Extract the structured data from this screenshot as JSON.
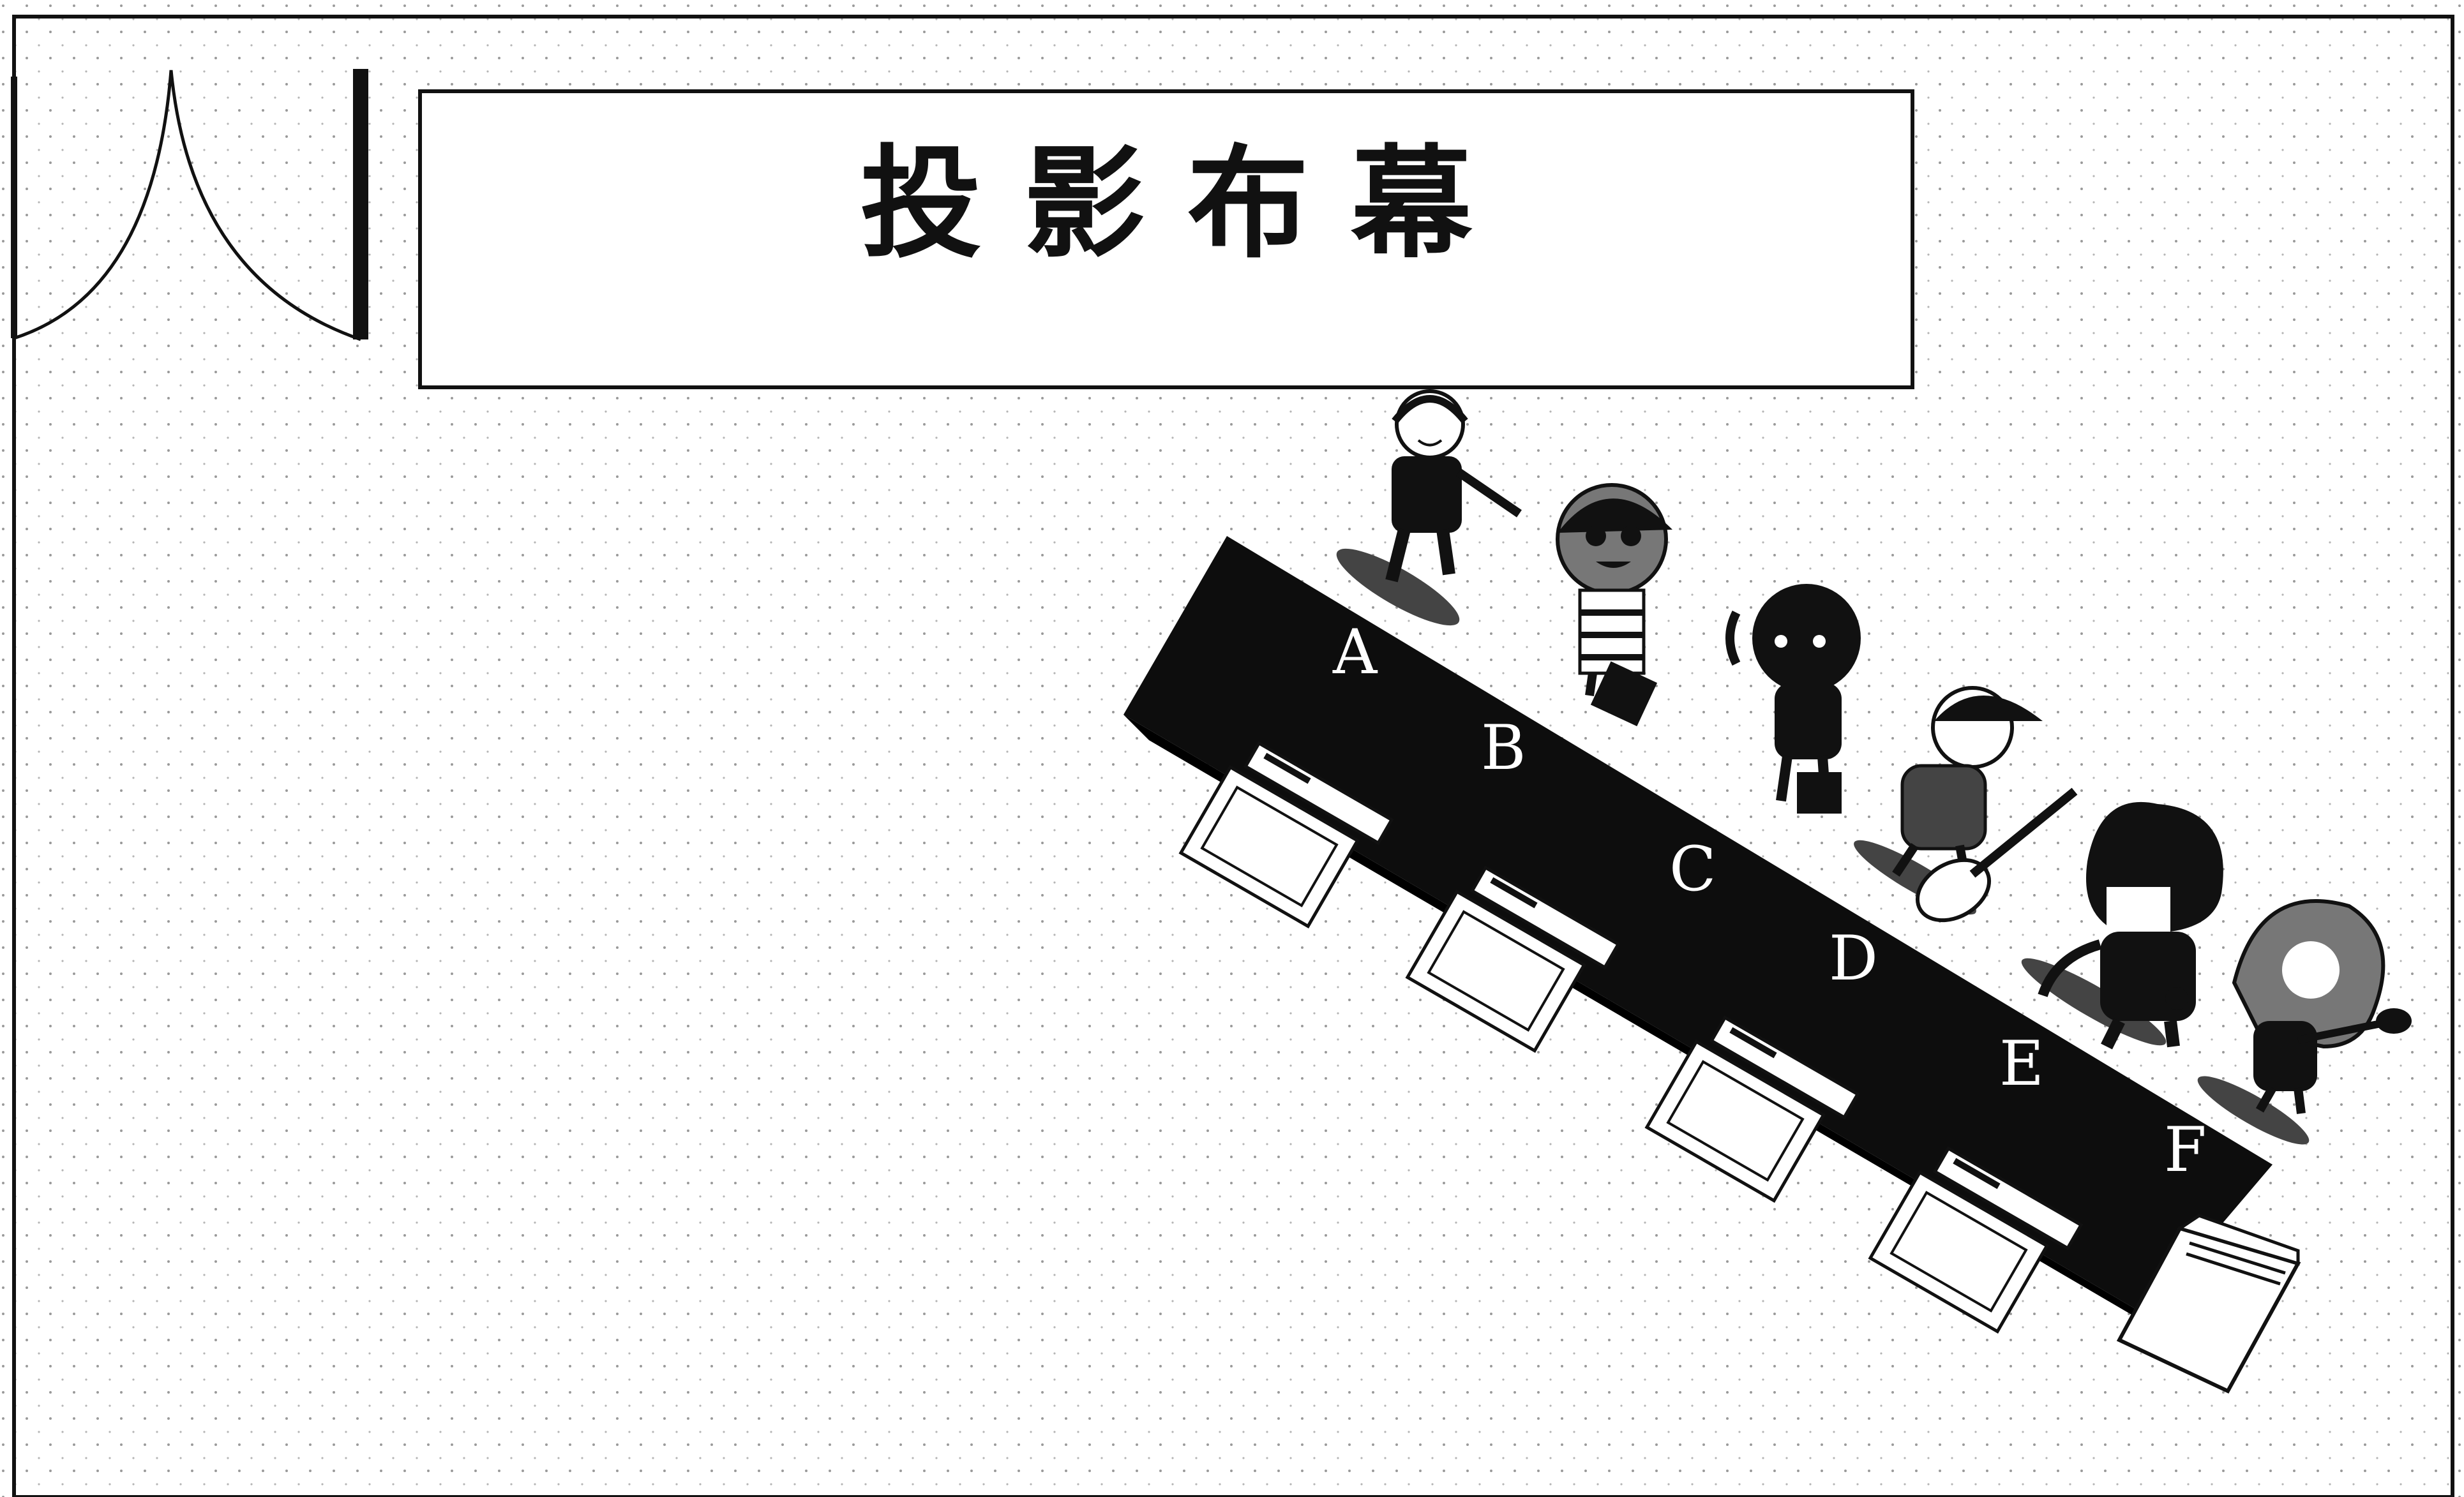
{
  "screen": {
    "title": "投 影 布 幕"
  },
  "desk": {
    "seats": [
      "A",
      "B",
      "C",
      "D",
      "E",
      "F"
    ],
    "figures": [
      "boy-with-headphones",
      "girl-with-bag",
      "child-with-bag",
      "guitarist",
      "singer-with-microphone",
      "guitarist-with-long-hair"
    ],
    "computers": 4,
    "tower": "pc-tower"
  },
  "colors": {
    "ink": "#111111",
    "paper": "#ffffff",
    "desk": "#0d0d0d"
  }
}
